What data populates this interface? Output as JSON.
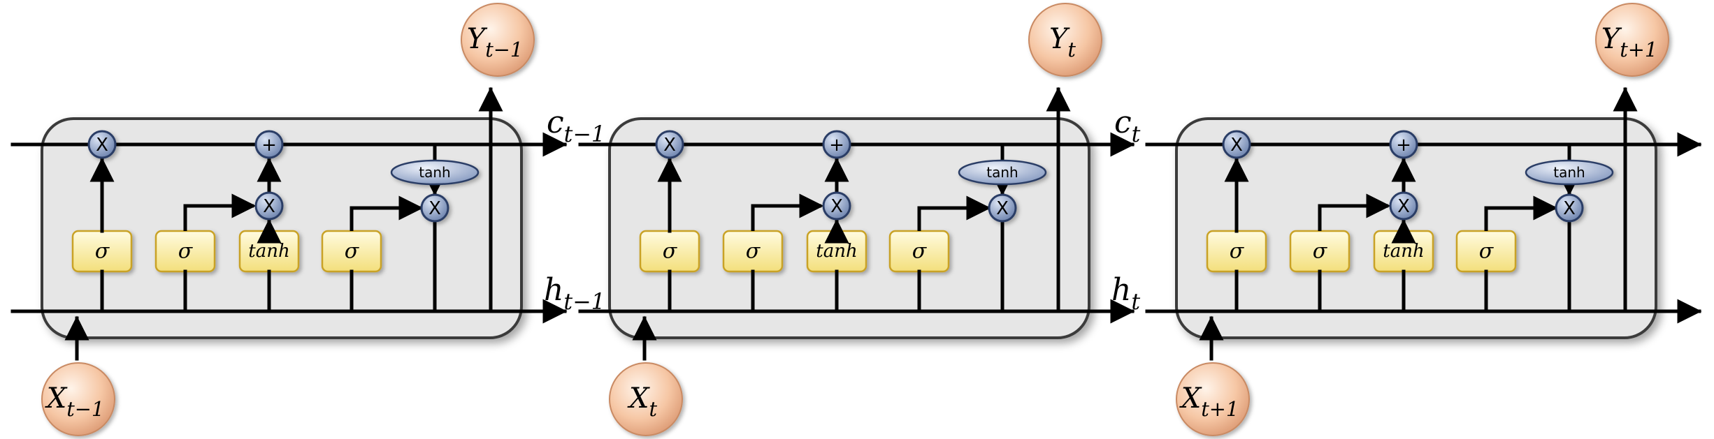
{
  "labels": {
    "sigma": "σ",
    "tanh_gate": "tanh",
    "tanh_oval": "tanh",
    "mul": "X",
    "add": "+"
  },
  "cells": [
    {
      "id": "t-1",
      "input": {
        "base": "X",
        "sub": "t−1"
      },
      "output": {
        "base": "Y",
        "sub": "t−1"
      },
      "cell_state_out": {
        "base": "c",
        "sub": "t−1"
      },
      "hidden_out": {
        "base": "h",
        "sub": "t−1"
      }
    },
    {
      "id": "t",
      "input": {
        "base": "X",
        "sub": "t"
      },
      "output": {
        "base": "Y",
        "sub": "t"
      },
      "cell_state_out": {
        "base": "c",
        "sub": "t"
      },
      "hidden_out": {
        "base": "h",
        "sub": "t"
      }
    },
    {
      "id": "t+1",
      "input": {
        "base": "X",
        "sub": "t+1"
      },
      "output": {
        "base": "Y",
        "sub": "t+1"
      }
    }
  ],
  "colors": {
    "cell_fill": "#e6e6e6",
    "cell_stroke": "#3a3a3a",
    "gate_fill": "#fbf0a8",
    "gate_stroke": "#c9a227",
    "op_fill": "#8fa3c6",
    "op_stroke": "#2c3e66",
    "io_fill": "#f3b48f",
    "io_stroke": "#c98a63",
    "line": "#000000"
  }
}
